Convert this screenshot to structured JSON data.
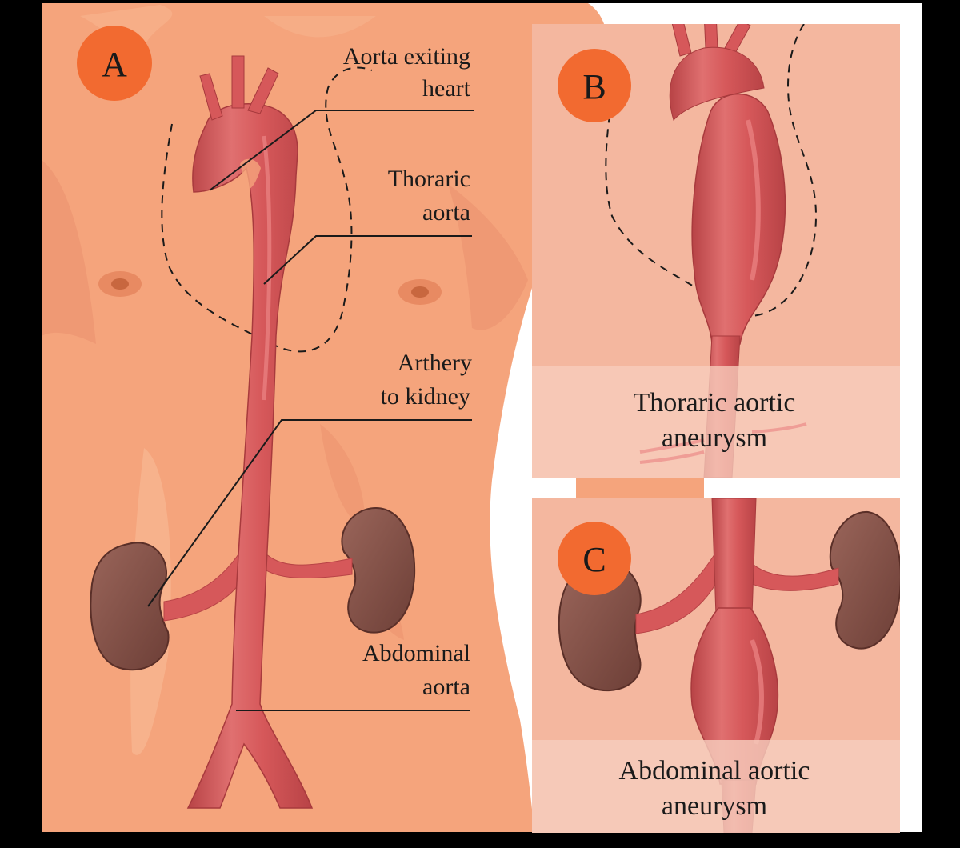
{
  "panels": {
    "a": {
      "badge": "A"
    },
    "b": {
      "badge": "B",
      "caption_line1": "Thoraric aortic",
      "caption_line2": "aneurysm"
    },
    "c": {
      "badge": "C",
      "caption_line1": "Abdominal aortic",
      "caption_line2": "aneurysm"
    }
  },
  "labels": {
    "aorta_exiting_heart": {
      "line1": "Aorta exiting",
      "line2": "heart"
    },
    "thoracic_aorta": {
      "line1": "Thoraric",
      "line2": "aorta"
    },
    "artery_to_kidney": {
      "line1": "Arthery",
      "line2": "to kidney"
    },
    "abdominal_aorta": {
      "line1": "Abdominal",
      "line2": "aorta"
    }
  },
  "colors": {
    "background": "#000000",
    "skin": "#f5a47c",
    "skin_light": "#f8b590",
    "skin_shadow": "#ec9470",
    "aorta": "#d6585a",
    "aorta_dark": "#b84346",
    "aorta_light": "#e98080",
    "kidney": "#7d4b42",
    "kidney_light": "#956157",
    "badge": "#f26a30",
    "panel_bg": "#f4b79f",
    "caption_band": "#f7cdbd",
    "text": "#1a1a1a"
  }
}
